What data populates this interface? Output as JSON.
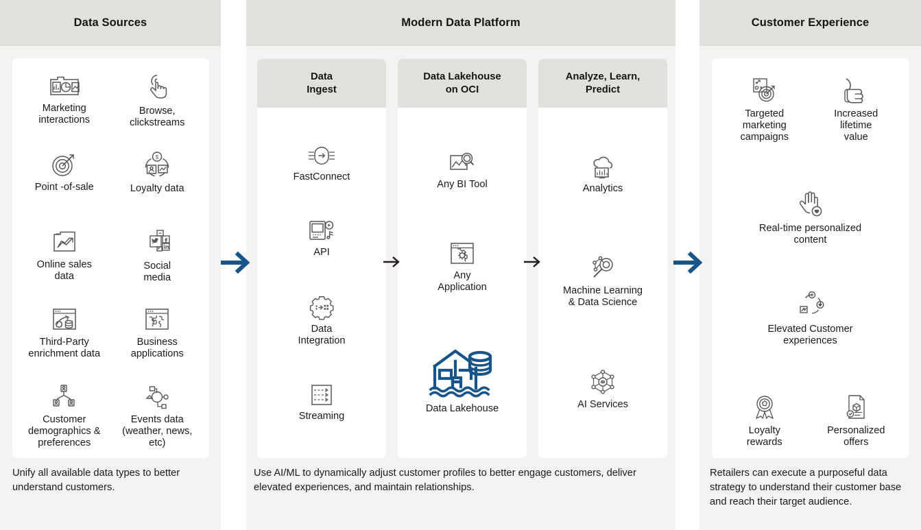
{
  "colors": {
    "panel_bg": "#f4f3f1",
    "header_bg": "#e2e0dc",
    "card_bg": "#ffffff",
    "icon_stroke": "#575756",
    "accent_blue": "#17548a",
    "text": "#1b1a18"
  },
  "panels": {
    "left": {
      "title": "Data Sources",
      "items": [
        {
          "label": "Marketing\ninteractions",
          "icon": "marketing-interactions-icon"
        },
        {
          "label": "Browse,\nclickstreams",
          "icon": "click-hand-icon"
        },
        {
          "label": "Point -of-sale",
          "icon": "target-arrow-icon"
        },
        {
          "label": "Loyalty data",
          "icon": "loyalty-data-icon"
        },
        {
          "label": "Online sales\ndata",
          "icon": "online-sales-chart-icon"
        },
        {
          "label": "Social\nmedia",
          "icon": "social-media-icon"
        },
        {
          "label": "Third-Party\nenrichment data",
          "icon": "third-party-enrichment-icon"
        },
        {
          "label": "Business\napplications",
          "icon": "business-applications-icon"
        },
        {
          "label": "Customer\ndemographics &\npreferences",
          "icon": "customer-demographics-icon"
        },
        {
          "label": "Events data\n(weather, news,\netc)",
          "icon": "events-data-icon"
        }
      ],
      "caption": "Unify all available data types to better understand customers."
    },
    "middle": {
      "title": "Modern Data Platform",
      "columns": [
        {
          "title": "Data\nIngest",
          "items": [
            {
              "label": "FastConnect",
              "icon": "fastconnect-icon"
            },
            {
              "label": "API",
              "icon": "api-icon"
            },
            {
              "label": "Data\nIntegration",
              "icon": "data-integration-gear-icon"
            },
            {
              "label": "Streaming",
              "icon": "streaming-icon"
            }
          ]
        },
        {
          "title": "Data Lakehouse\non OCI",
          "items": [
            {
              "label": "Any BI Tool",
              "icon": "bi-tool-icon"
            },
            {
              "label": "Any\nApplication",
              "icon": "any-application-icon"
            },
            {
              "label": "Data Lakehouse",
              "icon": "data-lakehouse-icon",
              "accent": true
            }
          ]
        },
        {
          "title": "Analyze, Learn,\nPredict",
          "items": [
            {
              "label": "Analytics",
              "icon": "analytics-cloud-icon"
            },
            {
              "label": "Machine Learning\n& Data Science",
              "icon": "machine-learning-icon"
            },
            {
              "label": "AI Services",
              "icon": "ai-services-icon"
            }
          ]
        }
      ],
      "caption": "Use AI/ML to dynamically adjust customer profiles to better engage customers, deliver elevated experiences, and maintain relationships."
    },
    "right": {
      "title": "Customer Experience",
      "items": [
        {
          "label": "Targeted\nmarketing\ncampaigns",
          "icon": "targeted-marketing-icon"
        },
        {
          "label": "Increased\nlifetime\nvalue",
          "icon": "thumbs-up-icon"
        },
        {
          "label": "Real-time personalized\ncontent",
          "icon": "hand-heart-icon",
          "wide": true
        },
        {
          "label": "Elevated Customer\nexperiences",
          "icon": "elevated-experience-icon",
          "wide": true
        },
        {
          "label": "Loyalty\nrewards",
          "icon": "loyalty-rewards-icon"
        },
        {
          "label": "Personalized\noffers",
          "icon": "personalized-offers-icon"
        }
      ],
      "caption": "Retailers can execute a purposeful data strategy to understand their customer base and reach their target audience."
    }
  },
  "arrows": [
    {
      "name": "arrow-sources-to-platform",
      "style": "big"
    },
    {
      "name": "arrow-ingest-to-lakehouse",
      "style": "small"
    },
    {
      "name": "arrow-lakehouse-to-analyze",
      "style": "small"
    },
    {
      "name": "arrow-platform-to-experience",
      "style": "big"
    }
  ]
}
